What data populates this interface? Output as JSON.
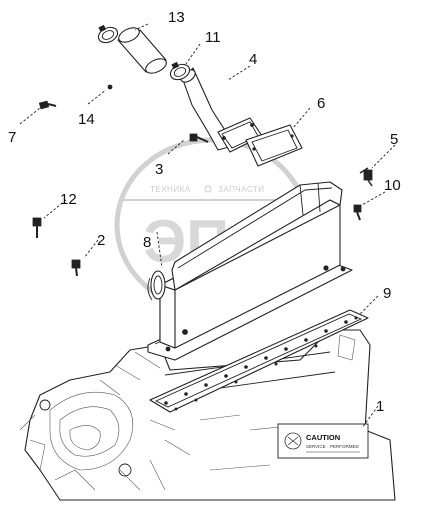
{
  "diagram": {
    "callouts": [
      {
        "id": "c1",
        "label": "1"
      },
      {
        "id": "c2",
        "label": "2"
      },
      {
        "id": "c3",
        "label": "3"
      },
      {
        "id": "c4",
        "label": "4"
      },
      {
        "id": "c5",
        "label": "5"
      },
      {
        "id": "c6",
        "label": "6"
      },
      {
        "id": "c7",
        "label": "7"
      },
      {
        "id": "c8",
        "label": "8"
      },
      {
        "id": "c9",
        "label": "9"
      },
      {
        "id": "c10",
        "label": "10"
      },
      {
        "id": "c11",
        "label": "11"
      },
      {
        "id": "c12",
        "label": "12"
      },
      {
        "id": "c13",
        "label": "13"
      },
      {
        "id": "c14",
        "label": "14"
      }
    ],
    "caution_label": {
      "title": "CAUTION",
      "line1": "SERVICE",
      "line2": "PERFORMED"
    },
    "watermark": {
      "top_text": "ТЕХНИКА",
      "mid_text": "ЗАПЧАСТИ",
      "logo_text": "ЭПФ"
    }
  }
}
